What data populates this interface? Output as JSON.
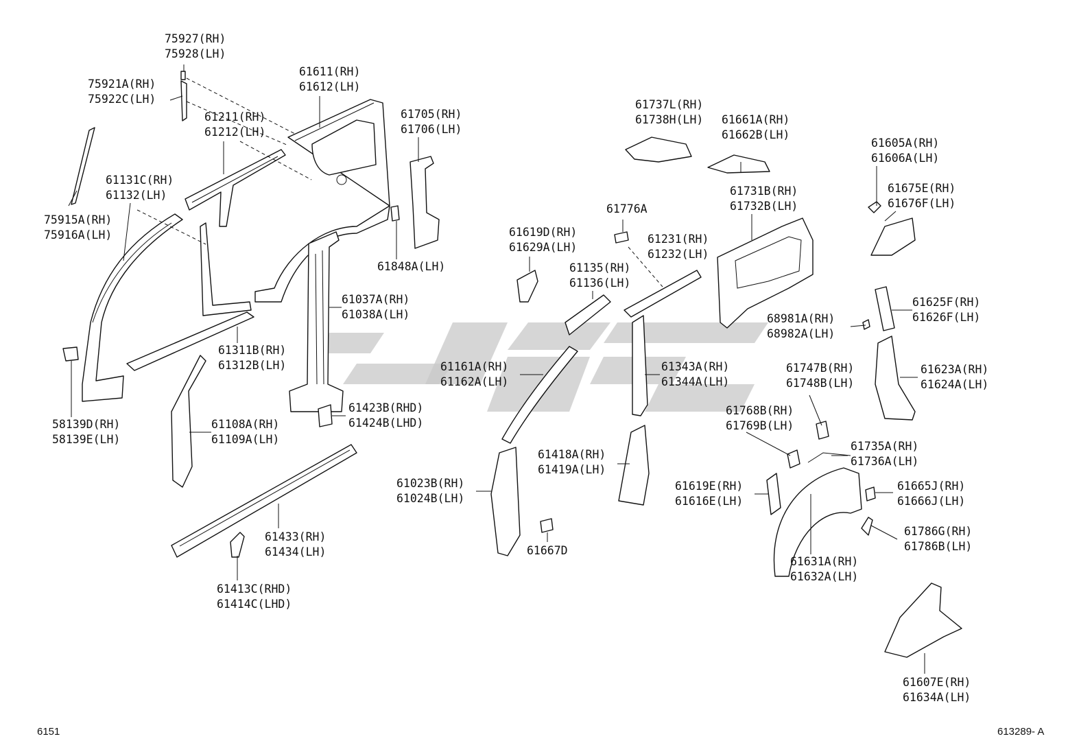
{
  "labels": {
    "p75927": [
      "75927(RH)",
      "75928(LH)"
    ],
    "p75921": [
      "75921A(RH)",
      "75922C(LH)"
    ],
    "p61611": [
      "61611(RH)",
      "61612(LH)"
    ],
    "p61211": [
      "61211(RH)",
      "61212(LH)"
    ],
    "p61131": [
      "61131C(RH)",
      "61132(LH)"
    ],
    "p75915": [
      "75915A(RH)",
      "75916A(LH)"
    ],
    "p61705": [
      "61705(RH)",
      "61706(LH)"
    ],
    "p61848": [
      "61848A(LH)"
    ],
    "p61037": [
      "61037A(RH)",
      "61038A(LH)"
    ],
    "p61311": [
      "61311B(RH)",
      "61312B(LH)"
    ],
    "p58139": [
      "58139D(RH)",
      "58139E(LH)"
    ],
    "p61108": [
      "61108A(RH)",
      "61109A(LH)"
    ],
    "p61423": [
      "61423B(RHD)",
      "61424B(LHD)"
    ],
    "p61433": [
      "61433(RH)",
      "61434(LH)"
    ],
    "p61413": [
      "61413C(RHD)",
      "61414C(LHD)"
    ],
    "p61737": [
      "61737L(RH)",
      "61738H(LH)"
    ],
    "p61661": [
      "61661A(RH)",
      "61662B(LH)"
    ],
    "p61605": [
      "61605A(RH)",
      "61606A(LH)"
    ],
    "p61675": [
      "61675E(RH)",
      "61676F(LH)"
    ],
    "p61731": [
      "61731B(RH)",
      "61732B(LH)"
    ],
    "p61776": [
      "61776A"
    ],
    "p61619d": [
      "61619D(RH)",
      "61629A(LH)"
    ],
    "p61231": [
      "61231(RH)",
      "61232(LH)"
    ],
    "p61135": [
      "61135(RH)",
      "61136(LH)"
    ],
    "p61625": [
      "61625F(RH)",
      "61626F(LH)"
    ],
    "p68981": [
      "68981A(RH)",
      "68982A(LH)"
    ],
    "p61161": [
      "61161A(RH)",
      "61162A(LH)"
    ],
    "p61343": [
      "61343A(RH)",
      "61344A(LH)"
    ],
    "p61747": [
      "61747B(RH)",
      "61748B(LH)"
    ],
    "p61623": [
      "61623A(RH)",
      "61624A(LH)"
    ],
    "p61768": [
      "61768B(RH)",
      "61769B(LH)"
    ],
    "p61735": [
      "61735A(RH)",
      "61736A(LH)"
    ],
    "p61418": [
      "61418A(RH)",
      "61419A(LH)"
    ],
    "p61023": [
      "61023B(RH)",
      "61024B(LH)"
    ],
    "p61619e": [
      "61619E(RH)",
      "61616E(LH)"
    ],
    "p61665": [
      "61665J(RH)",
      "61666J(LH)"
    ],
    "p61786": [
      "61786G(RH)",
      "61786B(LH)"
    ],
    "p61667": [
      "61667D"
    ],
    "p61631": [
      "61631A(RH)",
      "61632A(LH)"
    ],
    "p61607": [
      "61607E(RH)",
      "61634A(LH)"
    ]
  },
  "footer": {
    "left": "6151",
    "right": "613289- A"
  },
  "colors": {
    "line": "#111111",
    "watermark": "#c8c8c8",
    "background": "#ffffff"
  }
}
